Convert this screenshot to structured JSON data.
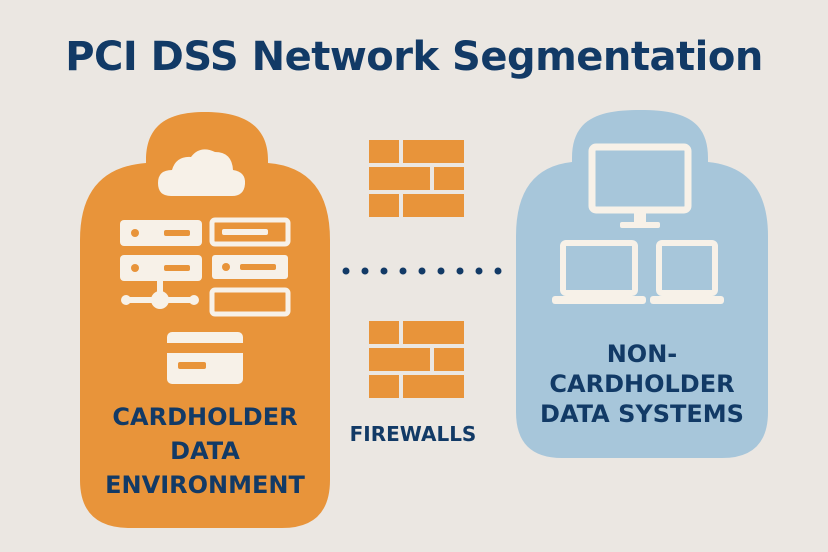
{
  "title": "PCI DSS Network Segmentation",
  "zones": {
    "cardholder": {
      "label": "CARDHOLDER\nDATA\nENVIRONMENT",
      "color": "#e8943a"
    },
    "non_cardholder": {
      "label": "NON-\nCARDHOLDER\nDATA SYSTEMS",
      "color": "#a7c6da"
    }
  },
  "firewalls": {
    "label": "FIREWALLS",
    "color": "#e8943a"
  },
  "colors": {
    "background": "#ebe7e2",
    "text": "#123a66",
    "icon_fill": "#f7f1e8",
    "connector": "#123a66"
  },
  "icons": [
    "cloud-icon",
    "server-rack-icon",
    "network-node-icon",
    "credit-card-icon",
    "brick-wall-icon",
    "monitor-icon",
    "laptop-icon"
  ]
}
